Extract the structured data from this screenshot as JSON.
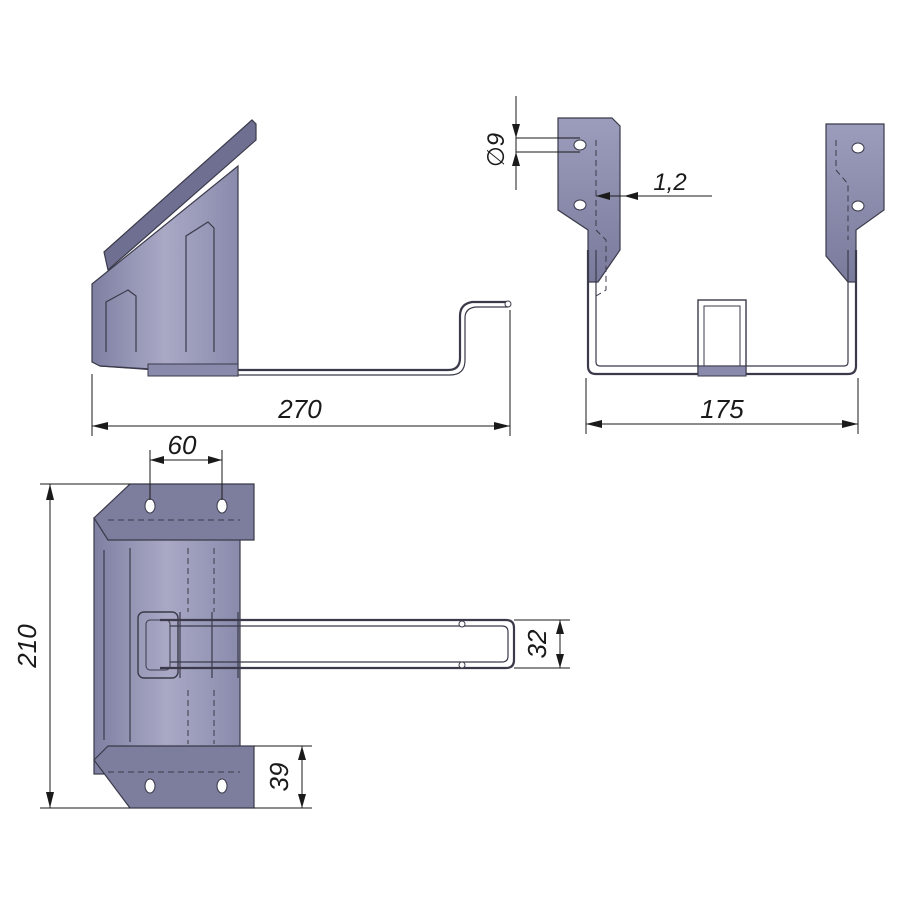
{
  "drawing": {
    "colors": {
      "plate": "#8f8fb0",
      "plate_light": "#b9b9d2",
      "plate_dark": "#5c5c7a",
      "edge": "#3a3a4a",
      "dimension": "#1a1a1a"
    },
    "dimensions": {
      "side_length": "270",
      "front_width": "175",
      "hole_diameter": "∅9",
      "thickness": "1,2",
      "hole_spacing": "60",
      "total_height": "210",
      "bar_width": "32",
      "flange_height": "39"
    }
  }
}
